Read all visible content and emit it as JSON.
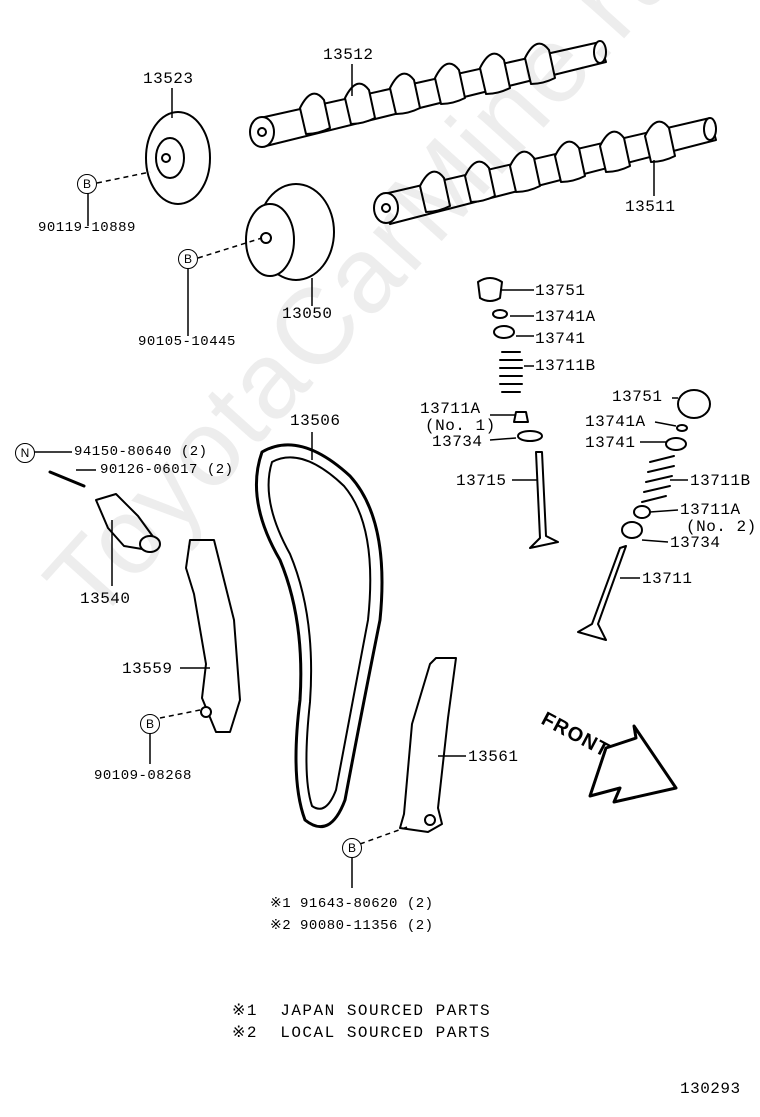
{
  "watermark": "ToyotaCarMine.ru",
  "callout_letters": {
    "b": "B",
    "n": "N"
  },
  "labels": {
    "p13512": "13512",
    "p13523": "13523",
    "p13511": "13511",
    "p90119": "90119-10889",
    "p13050": "13050",
    "p90105": "90105-10445",
    "p13751a": "13751",
    "p13741Aa": "13741A",
    "p13741a": "13741",
    "p13711Ba": "13711B",
    "p13751b": "13751",
    "p13711A1": "13711A",
    "p13711A1_sub": "(No. 1)",
    "p13741Ab": "13741A",
    "p13734a": "13734",
    "p13741b": "13741",
    "p13715": "13715",
    "p13711Bb": "13711B",
    "p13711A2": "13711A",
    "p13711A2_sub": "(No. 2)",
    "p13734b": "13734",
    "p13711": "13711",
    "p13506": "13506",
    "p94150": "94150-80640 (2)",
    "p90126": "90126-06017 (2)",
    "p13540": "13540",
    "p13559": "13559",
    "p90109": "90109-08268",
    "p13561": "13561",
    "note1": "※1 91643-80620 (2)",
    "note2": "※2 90080-11356 (2)"
  },
  "front_label": "FRONT",
  "legend": [
    "※1  JAPAN SOURCED PARTS",
    "※2  LOCAL SOURCED PARTS"
  ],
  "diagram_number": "130293"
}
